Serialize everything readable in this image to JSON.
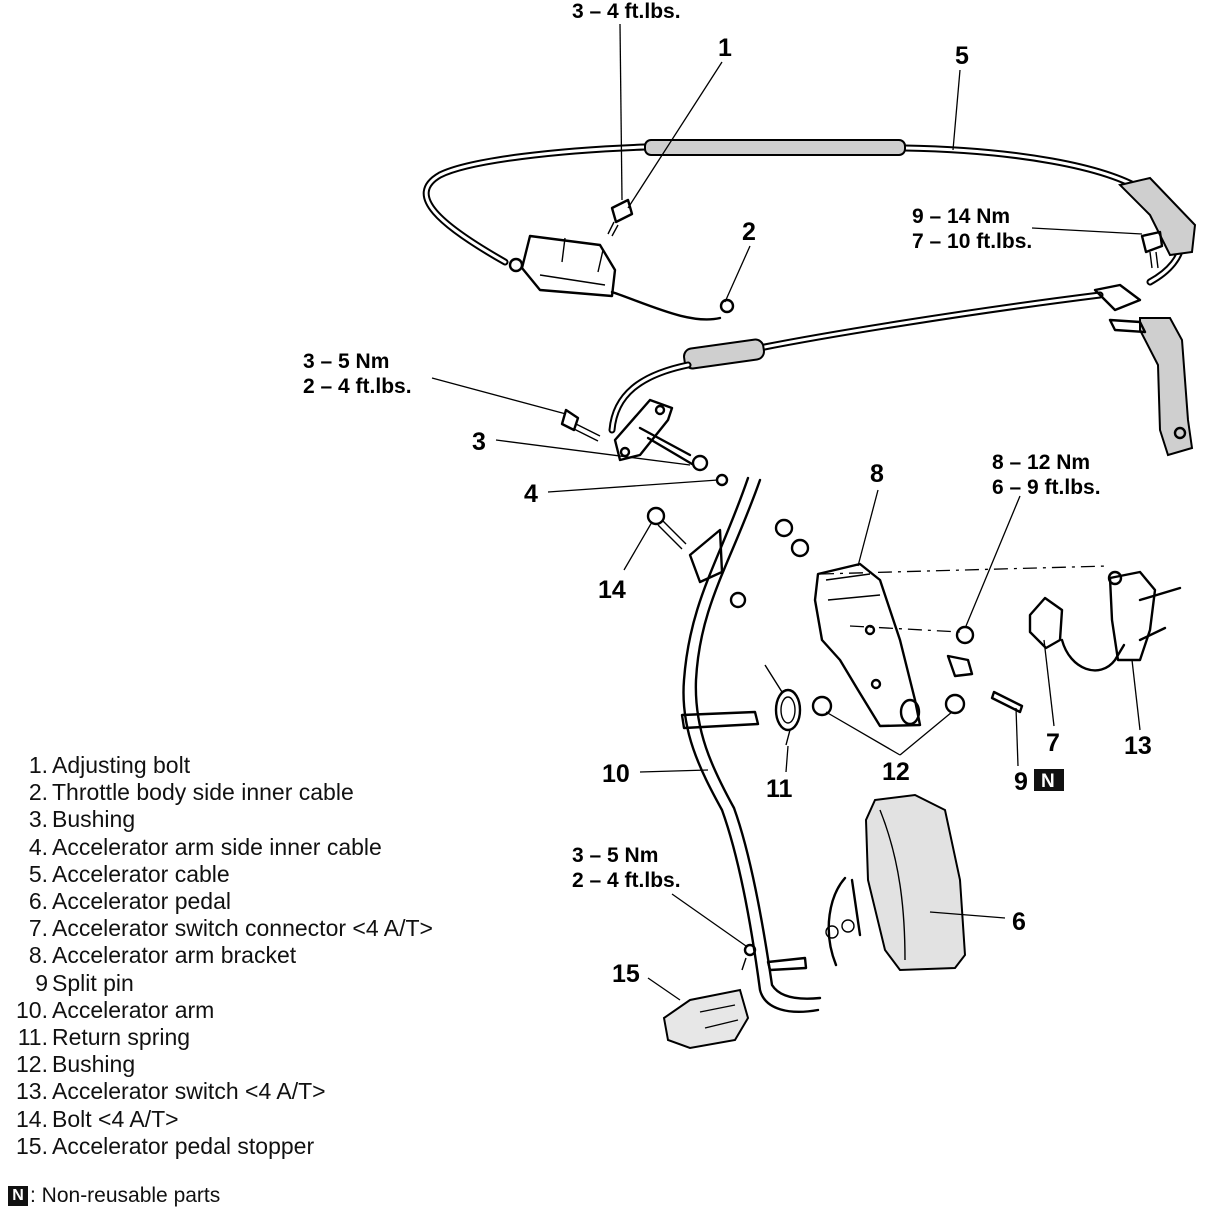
{
  "labels": {
    "l1": "1",
    "l2": "2",
    "l3": "3",
    "l4": "4",
    "l5": "5",
    "l6": "6",
    "l7": "7",
    "l8": "8",
    "l9": "9",
    "l10": "10",
    "l11": "11",
    "l12": "12",
    "l13": "13",
    "l14": "14",
    "l15": "15"
  },
  "torque": {
    "t1": "3 – 4 ft.lbs.",
    "t2a": "9 – 14 Nm",
    "t2b": "7 – 10 ft.lbs.",
    "t3a": "3 – 5 Nm",
    "t3b": "2 – 4 ft.lbs.",
    "t4a": "8 – 12 Nm",
    "t4b": "6 – 9 ft.lbs.",
    "t5a": "3 – 5 Nm",
    "t5b": "2 – 4 ft.lbs."
  },
  "nonreusable_mark": "N",
  "legend": [
    {
      "num": "1.",
      "text": "Adjusting bolt"
    },
    {
      "num": "2.",
      "text": "Throttle body side inner cable"
    },
    {
      "num": "3.",
      "text": "Bushing"
    },
    {
      "num": "4.",
      "text": "Accelerator arm side inner cable"
    },
    {
      "num": "5.",
      "text": "Accelerator cable"
    },
    {
      "num": "6.",
      "text": "Accelerator pedal"
    },
    {
      "num": "7.",
      "text": "Accelerator switch connector <4 A/T>"
    },
    {
      "num": "8.",
      "text": "Accelerator arm bracket"
    },
    {
      "num": "9",
      "text": "Split pin"
    },
    {
      "num": "10.",
      "text": "Accelerator arm"
    },
    {
      "num": "11.",
      "text": "Return spring"
    },
    {
      "num": "12.",
      "text": "Bushing"
    },
    {
      "num": "13.",
      "text": "Accelerator switch <4 A/T>"
    },
    {
      "num": "14.",
      "text": "Bolt <4 A/T>"
    },
    {
      "num": "15.",
      "text": "Accelerator pedal stopper"
    }
  ],
  "note": {
    "mark": "N",
    "text": ": Non-reusable parts"
  }
}
